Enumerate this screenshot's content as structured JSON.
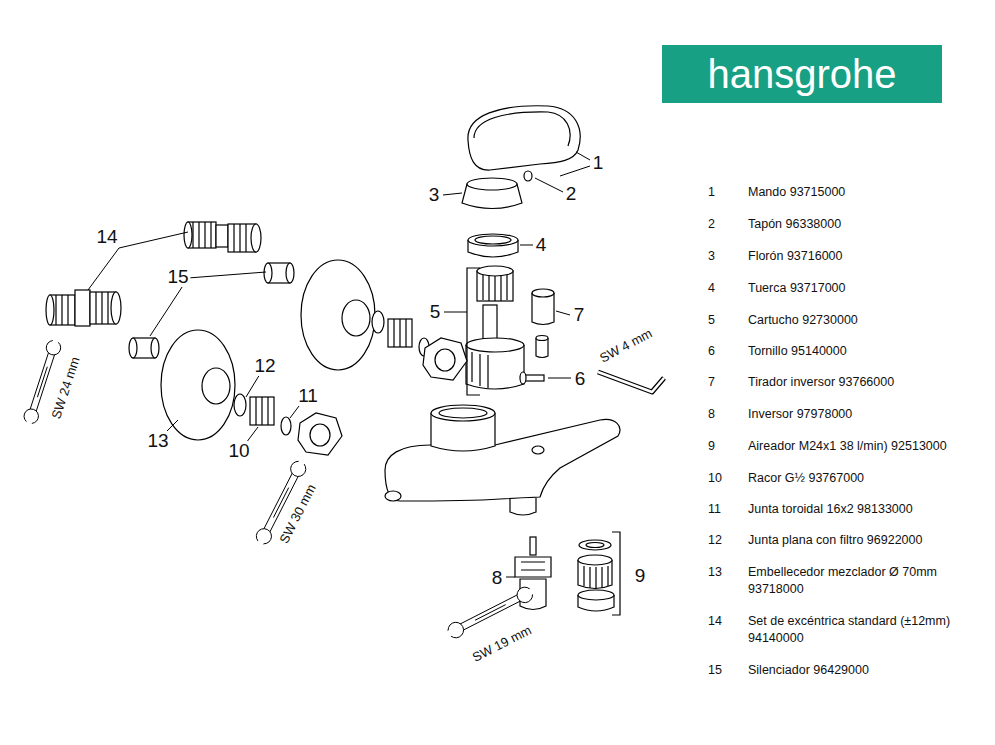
{
  "diagram": {
    "nodes": [
      {
        "text": [
          "hansgrohe"
        ]
      }
    ],
    "labels": [
      "1",
      "2",
      "3",
      "4",
      "5",
      "7",
      "6",
      "SW 4 mm",
      "14",
      "15",
      "SW 24 mm",
      "12",
      "11",
      "13",
      "10",
      "SW 30 mm",
      "8",
      "9",
      "SW 19 mm",
      "1",
      "Mando 93715000",
      "2",
      "Tapón 96338000",
      "3",
      "Florón 93716000",
      "4",
      "Tuerca 93717000",
      "5",
      "Cartucho 92730000",
      "6",
      "Tornillo 95140000",
      "7",
      "Tirador inversor 93766000",
      "8",
      "Inversor 97978000",
      "9",
      "Aireador M24x1 38 l/min) 92513000",
      "10",
      "Racor G½ 93767000",
      "11",
      "Junta toroidal 16x2 98133000",
      "12",
      "Junta plana con filtro 96922000",
      "13",
      "Embellecedor mezclador Ø 70mm 93718000",
      "14",
      "Set de excéntrica standard (±12mm) 94140000",
      "15",
      "Silenciador 96429000"
    ]
  }
}
